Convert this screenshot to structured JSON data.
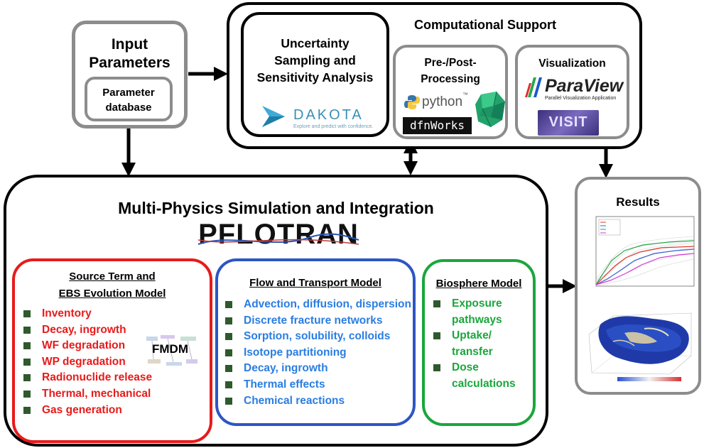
{
  "input": {
    "title_line1": "Input",
    "title_line2": "Parameters",
    "db_line1": "Parameter",
    "db_line2": "database"
  },
  "comp": {
    "title": "Computational Support",
    "uq": {
      "title_line1": "Uncertainty",
      "title_line2": "Sampling and",
      "title_line3": "Sensitivity Analysis",
      "logo_name": "DAKOTA",
      "logo_tag": "Explore and predict with confidence."
    },
    "pre": {
      "title_line1": "Pre-/Post-",
      "title_line2": "Processing",
      "python": "python",
      "tm": "™",
      "dfn": "dfnWorks"
    },
    "vis": {
      "title": "Visualization",
      "paraview": "ParaView",
      "paraview_tag": "Parallel Visualization Application",
      "visit": "VISIT"
    }
  },
  "main": {
    "title": "Multi-Physics Simulation and Integration",
    "pflotran": "PFLOTRAN",
    "source": {
      "title_line1": "Source Term and",
      "title_line2": "EBS Evolution Model",
      "items": [
        "Inventory",
        "Decay, ingrowth",
        "WF degradation",
        "WP degradation",
        "Radionuclide release",
        "Thermal, mechanical",
        "Gas generation"
      ],
      "fmdm": "FMDM"
    },
    "flow": {
      "title": "Flow and Transport Model",
      "items": [
        "Advection, diffusion, dispersion",
        "Discrete fracture networks",
        "Sorption, solubility, colloids",
        "Isotope partitioning",
        "Decay, ingrowth",
        "Thermal effects",
        "Chemical reactions"
      ]
    },
    "bio": {
      "title": "Biosphere Model",
      "items": [
        {
          "line1": "Exposure",
          "line2": "pathways"
        },
        {
          "line1": "Uptake/",
          "line2": "transfer"
        },
        {
          "line1": "Dose",
          "line2": "calculations"
        }
      ]
    }
  },
  "results": {
    "title": "Results"
  },
  "colors": {
    "red": "#e81a1a",
    "blue": "#2a7de1",
    "green": "#1aa63c",
    "bullet": "#2e5a2e",
    "grey_border": "#888888"
  }
}
